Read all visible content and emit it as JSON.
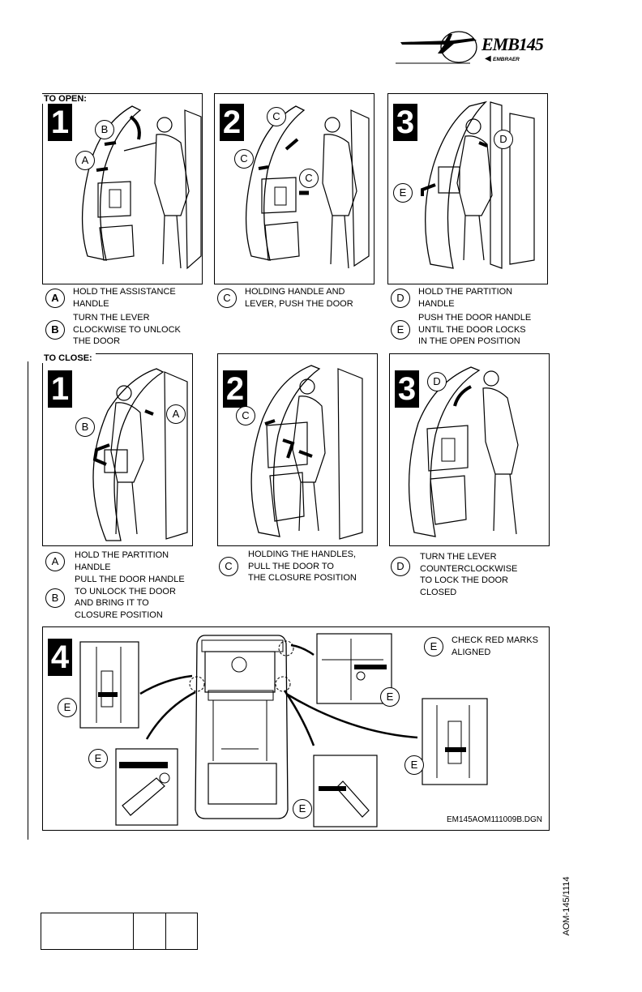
{
  "header": {
    "logo_model": "EMB145",
    "logo_maker": "EMBRAER"
  },
  "open": {
    "label": "TO OPEN:",
    "panels": [
      {
        "number": "1",
        "callouts": [
          "B",
          "A"
        ]
      },
      {
        "number": "2",
        "callouts": [
          "C",
          "C",
          "C"
        ]
      },
      {
        "number": "3",
        "callouts": [
          "D",
          "E"
        ]
      }
    ],
    "captions": [
      {
        "letter": "A",
        "text_l1": "HOLD THE ASSISTANCE",
        "text_l2": "HANDLE"
      },
      {
        "letter": "B",
        "text_l1": "TURN THE LEVER",
        "text_l2": "CLOCKWISE TO UNLOCK",
        "text_l3": "THE DOOR"
      },
      {
        "letter": "C",
        "text_l1": "HOLDING HANDLE AND",
        "text_l2": "LEVER, PUSH THE DOOR"
      },
      {
        "letter": "D",
        "text_l1": "HOLD THE PARTITION",
        "text_l2": "HANDLE"
      },
      {
        "letter": "E",
        "text_l1": "PUSH THE DOOR HANDLE",
        "text_l2": "UNTIL THE DOOR LOCKS",
        "text_l3": "IN THE OPEN POSITION"
      }
    ]
  },
  "close": {
    "label": "TO CLOSE:",
    "panels": [
      {
        "number": "1",
        "callouts": [
          "A",
          "B"
        ]
      },
      {
        "number": "2",
        "callouts": [
          "C"
        ]
      },
      {
        "number": "3",
        "callouts": [
          "D"
        ]
      }
    ],
    "captions": [
      {
        "letter": "A",
        "text_l1": "HOLD THE PARTITION",
        "text_l2": "HANDLE"
      },
      {
        "letter": "B",
        "text_l1": "PULL THE DOOR HANDLE",
        "text_l2": "TO UNLOCK THE DOOR",
        "text_l3": "AND BRING IT TO",
        "text_l4": "CLOSURE POSITION"
      },
      {
        "letter": "C",
        "text_l1": "HOLDING THE HANDLES,",
        "text_l2": "PULL THE DOOR TO",
        "text_l3": "THE CLOSURE POSITION"
      },
      {
        "letter": "D",
        "text_l1": "TURN THE LEVER",
        "text_l2": "COUNTERCLOCKWISE",
        "text_l3": "TO LOCK THE DOOR",
        "text_l4": "CLOSED"
      }
    ]
  },
  "step4": {
    "number": "4",
    "check_letter": "E",
    "check_l1": "CHECK RED MARKS",
    "check_l2": "ALIGNED",
    "callout": "E",
    "drawing_ref": "EM145AOM111009B.DGN"
  },
  "footer": {
    "doc_code": "AOM-145/1114"
  }
}
